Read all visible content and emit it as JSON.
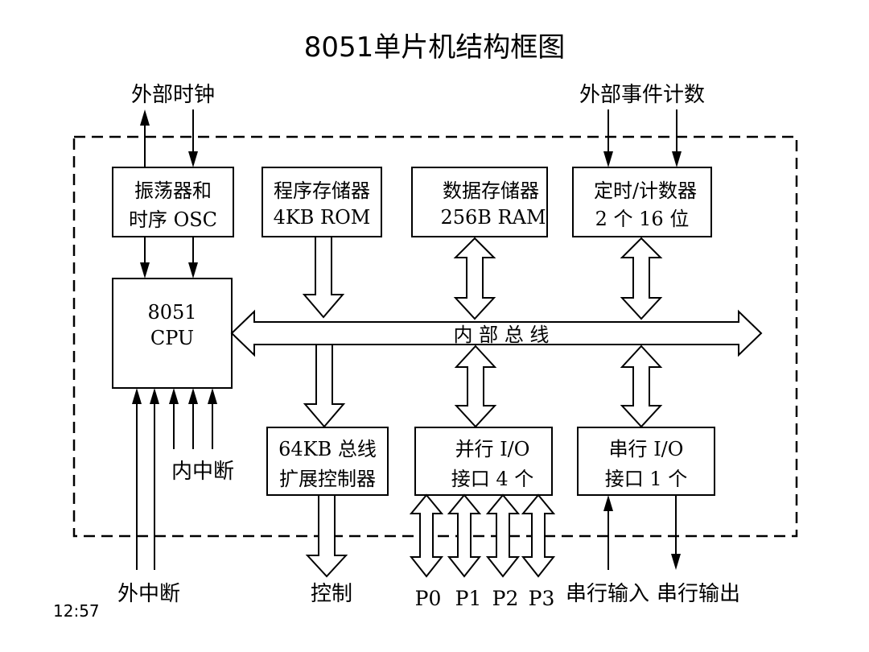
{
  "title": "8051单片机结构框图",
  "labels": {
    "external_clock": "外部时钟",
    "external_event_count": "外部事件计数",
    "internal_bus": "内 部 总 线",
    "internal_interrupt": "内中断",
    "external_interrupt": "外中断",
    "control": "控制",
    "p0": "P0",
    "p1": "P1",
    "p2": "P2",
    "p3": "P3",
    "serial_input": "串行输入",
    "serial_output": "串行输出"
  },
  "blocks": {
    "oscillator": {
      "line1": "振荡器和",
      "line2": "时序 OSC"
    },
    "program_memory": {
      "line1": "程序存储器",
      "line2": "4KB ROM"
    },
    "data_memory": {
      "line1": "数据存储器",
      "line2": "256B RAM"
    },
    "timer_counter": {
      "line1": "定时/计数器",
      "line2": "2 个 16 位"
    },
    "cpu": {
      "line1": "8051",
      "line2": "CPU"
    },
    "bus_expansion": {
      "line1": "64KB 总线",
      "line2": "扩展控制器"
    },
    "parallel_io": {
      "line1": "并行 I/O",
      "line2": "接口 4 个"
    },
    "serial_io": {
      "line1": "串行 I/O",
      "line2": "接口 1 个"
    }
  },
  "timestamp": "12:57"
}
